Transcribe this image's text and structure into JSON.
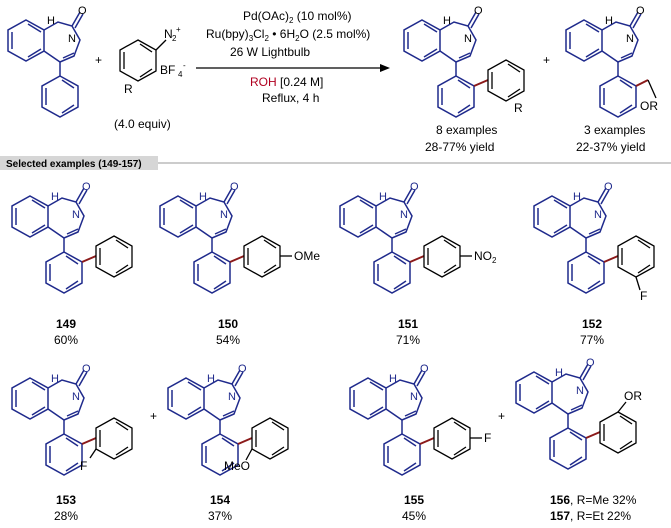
{
  "reaction": {
    "reagent_line1": "Pd(OAc)",
    "reagent_line1_sub": "2",
    "reagent_line1_rest": " (10 mol%)",
    "reagent_line2": "Ru(bpy)",
    "reagent_line2_sub": "3",
    "reagent_line2_mid": "Cl",
    "reagent_line2_sub2": "2",
    "reagent_line2_rest": " • 6H",
    "reagent_line2_sub3": "2",
    "reagent_line2_end": "O (2.5 mol%)",
    "light": "26 W Lightbulb",
    "solvent_red": "ROH",
    "solvent_rest": " [0.24 M]",
    "conditions": "Reflux, 4 h",
    "equiv": "(4.0 equiv)",
    "plus1": "+",
    "plus2": "+",
    "diazo_n": "N",
    "diazo_n_sub": "2",
    "diazo_n_sup": "+",
    "diazo_bf": "BF",
    "diazo_bf_sub": "4",
    "diazo_bf_sup": "-",
    "diazo_r": "R"
  },
  "products": {
    "p1_count": "8 examples",
    "p1_yield": "28-77% yield",
    "p1_r": "R",
    "p2_count": "3 examples",
    "p2_yield": "22-37% yield",
    "p2_or": "OR"
  },
  "banner": {
    "label": "Selected examples (149-157)"
  },
  "atoms": {
    "nh": "H",
    "n": "N",
    "o": "O"
  },
  "examples": [
    {
      "id": "149",
      "yield": "60%",
      "sub": ""
    },
    {
      "id": "150",
      "yield": "54%",
      "sub": "OMe"
    },
    {
      "id": "151",
      "yield": "71%",
      "sub": "NO",
      "sub2": "2"
    },
    {
      "id": "152",
      "yield": "77%",
      "sub": "F"
    },
    {
      "id": "153",
      "yield": "28%",
      "sub": "F"
    },
    {
      "id": "154",
      "yield": "37%",
      "sub": "MeO"
    },
    {
      "id": "155",
      "yield": "45%",
      "sub": "F"
    },
    {
      "id": "156",
      "rest": ", R=Me 32%",
      "id2": "157",
      "rest2": ", R=Et  22%",
      "sub": "OR"
    }
  ],
  "example_plus_1": "+",
  "example_plus_2": "+"
}
